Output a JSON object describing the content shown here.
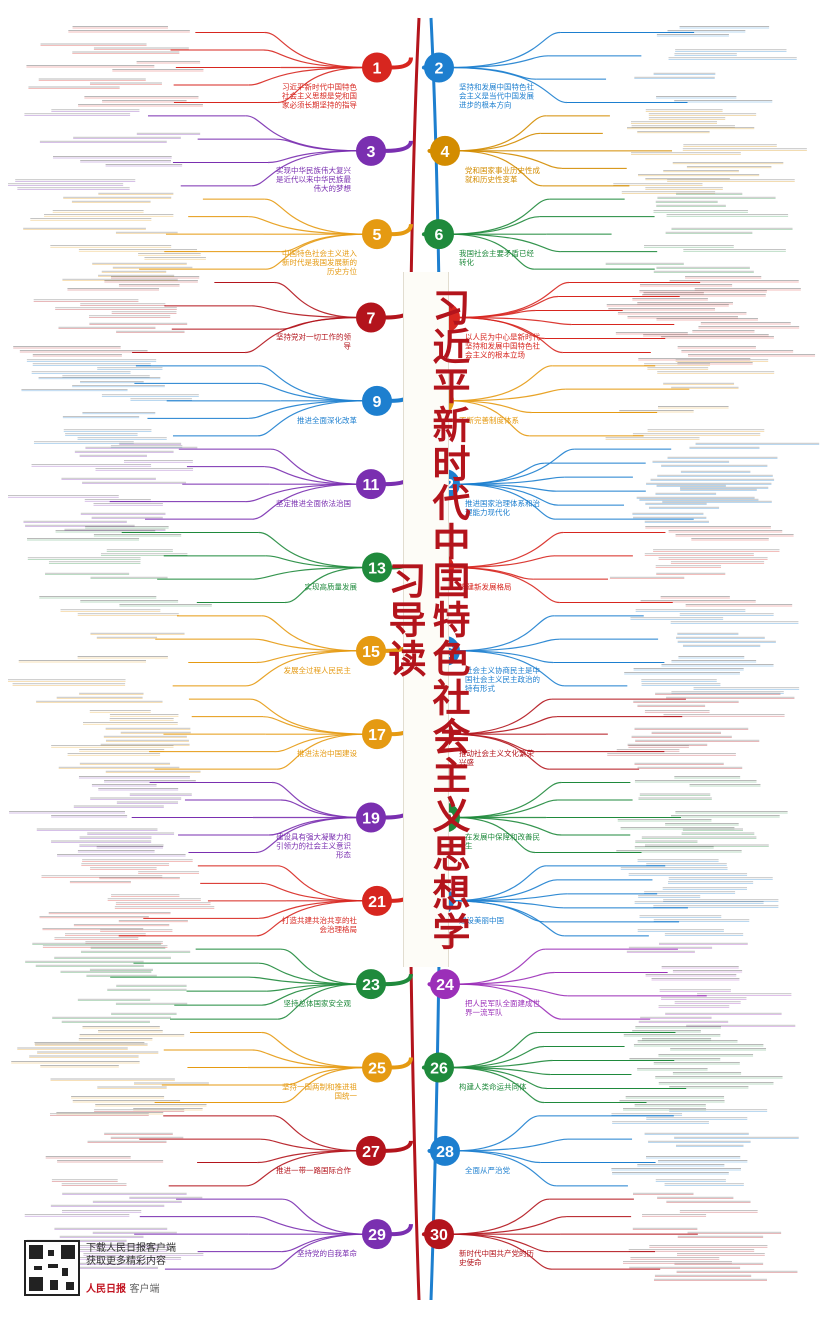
{
  "title": "习近平新时代中国特色社会主义思想学习导读",
  "footer": {
    "download_lines": [
      "下载人民日报客户端",
      "获取更多精彩内容"
    ],
    "brand_name": "人民日报",
    "brand_suffix": "客户端"
  },
  "topics": [
    {
      "num": "1",
      "side": "left",
      "color": "#d7261f",
      "label": "习近平新时代中国特色社会主义思想是党和国家必须长期坚持的指导思想"
    },
    {
      "num": "2",
      "side": "right",
      "color": "#1d7fcf",
      "label": "坚持和发展中国特色社会主义是当代中国发展进步的根本方向"
    },
    {
      "num": "3",
      "side": "left",
      "color": "#7a2fb0",
      "label": "实现中华民族伟大复兴是近代以来中华民族最伟大的梦想"
    },
    {
      "num": "4",
      "side": "right",
      "color": "#d38c00",
      "label": "党和国家事业历史性成就和历史性变革"
    },
    {
      "num": "5",
      "side": "left",
      "color": "#e59a12",
      "label": "中国特色社会主义进入新时代是我国发展新的历史方位"
    },
    {
      "num": "6",
      "side": "right",
      "color": "#1f8a3c",
      "label": "我国社会主要矛盾已经转化"
    },
    {
      "num": "7",
      "side": "left",
      "color": "#b3141c",
      "label": "坚持党对一切工作的领导"
    },
    {
      "num": "8",
      "side": "right",
      "color": "#d7261f",
      "label": "以人民为中心是新时代坚持和发展中国特色社会主义的根本立场"
    },
    {
      "num": "9",
      "side": "left",
      "color": "#1d7fcf",
      "label": "推进全面深化改革"
    },
    {
      "num": "10",
      "side": "right",
      "color": "#e59a12",
      "label": "不断完善制度体系"
    },
    {
      "num": "11",
      "side": "left",
      "color": "#7a2fb0",
      "label": "坚定推进全面依法治国"
    },
    {
      "num": "12",
      "side": "right",
      "color": "#1d7fcf",
      "label": "推进国家治理体系和治理能力现代化"
    },
    {
      "num": "13",
      "side": "left",
      "color": "#1f8a3c",
      "label": "实现高质量发展"
    },
    {
      "num": "14",
      "side": "right",
      "color": "#d7261f",
      "label": "构建新发展格局"
    },
    {
      "num": "15",
      "side": "left",
      "color": "#e59a12",
      "label": "发展全过程人民民主"
    },
    {
      "num": "16",
      "side": "right",
      "color": "#1d7fcf",
      "label": "社会主义协商民主是中国社会主义民主政治的特有形式"
    },
    {
      "num": "17",
      "side": "left",
      "color": "#e59a12",
      "label": "推进法治中国建设"
    },
    {
      "num": "18",
      "side": "right",
      "color": "#b3141c",
      "label": "推动社会主义文化繁荣兴盛"
    },
    {
      "num": "19",
      "side": "left",
      "color": "#7a2fb0",
      "label": "建设具有强大凝聚力和引领力的社会主义意识形态"
    },
    {
      "num": "20",
      "side": "right",
      "color": "#1f8a3c",
      "label": "在发展中保障和改善民生"
    },
    {
      "num": "21",
      "side": "left",
      "color": "#d7261f",
      "label": "打造共建共治共享的社会治理格局"
    },
    {
      "num": "22",
      "side": "right",
      "color": "#1d7fcf",
      "label": "建设美丽中国"
    },
    {
      "num": "23",
      "side": "left",
      "color": "#1f8a3c",
      "label": "坚持总体国家安全观"
    },
    {
      "num": "24",
      "side": "right",
      "color": "#9b2fb8",
      "label": "把人民军队全面建成世界一流军队"
    },
    {
      "num": "25",
      "side": "left",
      "color": "#e59a12",
      "label": "坚持一国两制和推进祖国统一"
    },
    {
      "num": "26",
      "side": "right",
      "color": "#1f8a3c",
      "label": "构建人类命运共同体"
    },
    {
      "num": "27",
      "side": "left",
      "color": "#b3141c",
      "label": "推进一带一路国际合作"
    },
    {
      "num": "28",
      "side": "right",
      "color": "#1d7fcf",
      "label": "全面从严治党"
    },
    {
      "num": "29",
      "side": "left",
      "color": "#7a2fb0",
      "label": "坚持党的自我革命"
    },
    {
      "num": "30",
      "side": "right",
      "color": "#b3141c",
      "label": "新时代中国共产党的历史使命"
    }
  ]
}
